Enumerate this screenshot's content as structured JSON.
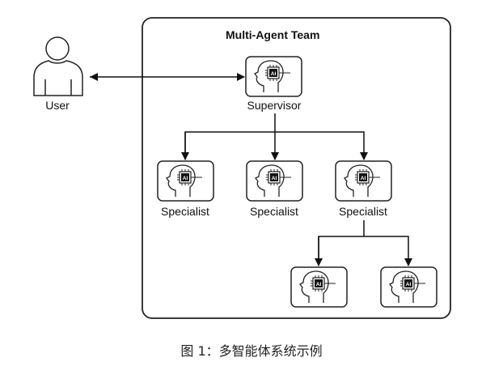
{
  "diagram": {
    "team_title": "Multi-Agent Team",
    "user_label": "User",
    "supervisor_label": "Supervisor",
    "specialist_labels": [
      "Specialist",
      "Specialist",
      "Specialist"
    ],
    "chip_text": "AI",
    "sub_agents_count": 2
  },
  "caption": "图 1：多智能体系统示例"
}
